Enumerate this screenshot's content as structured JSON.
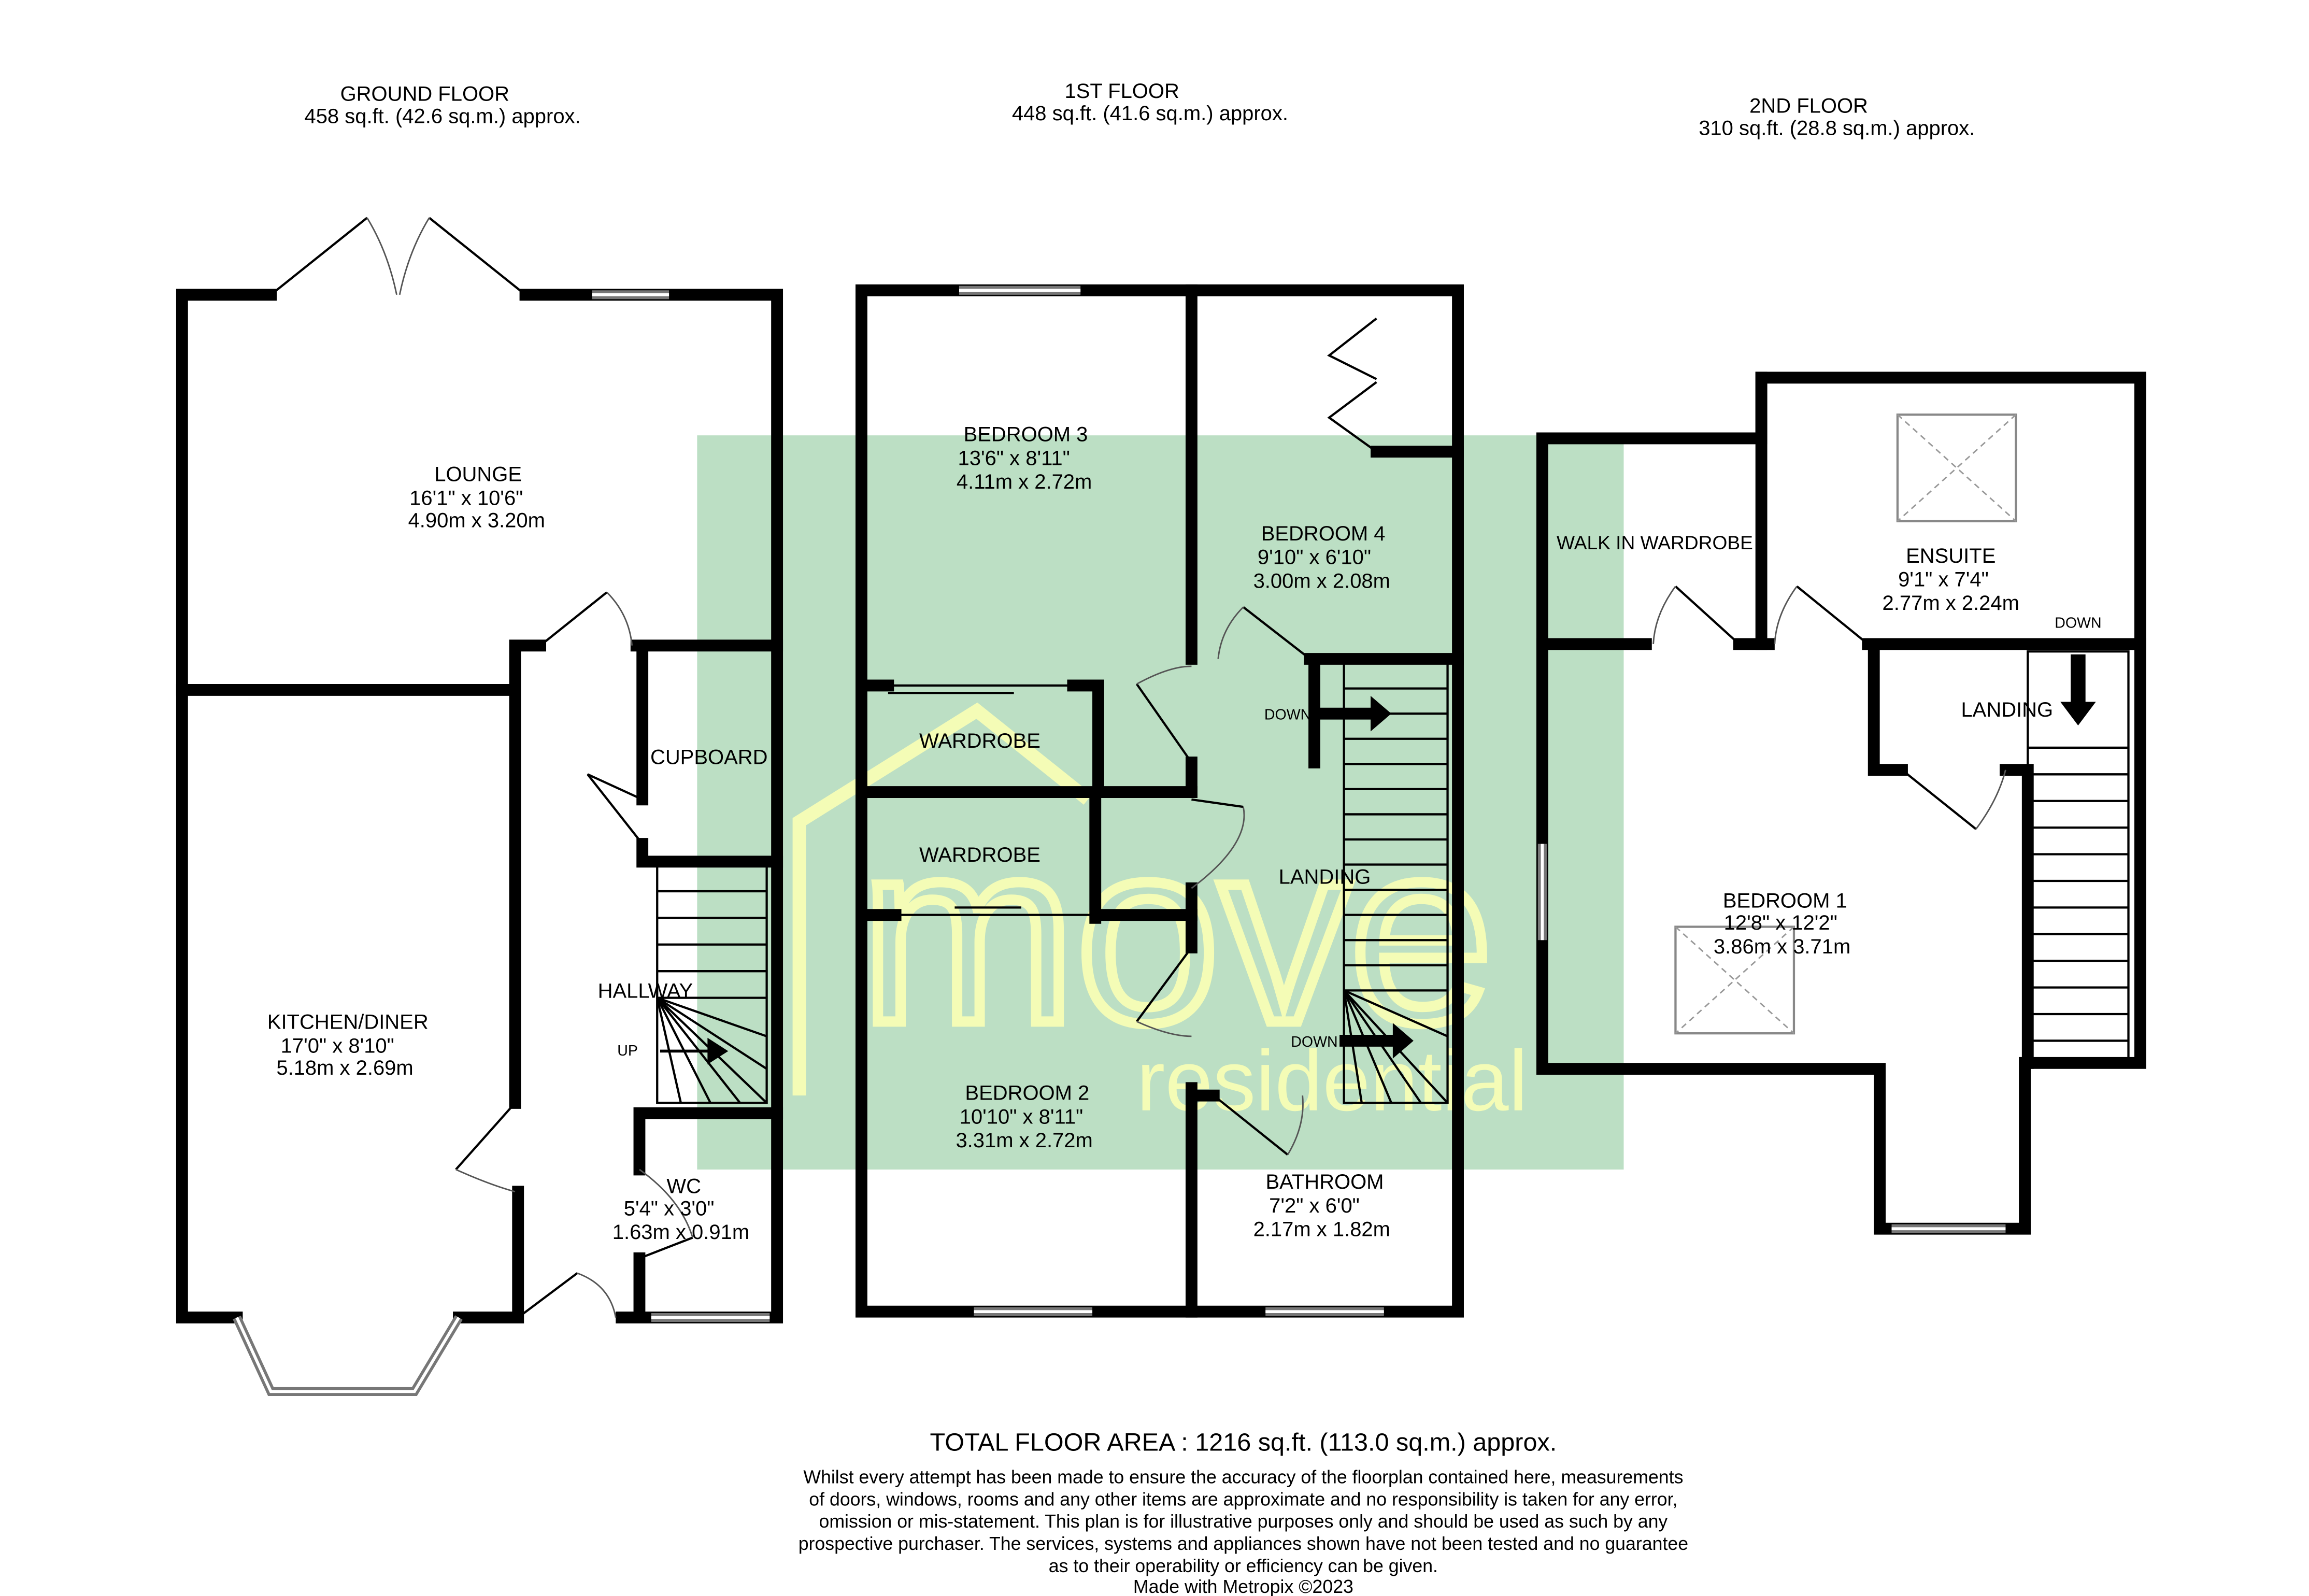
{
  "brand": {
    "watermark_top": "move",
    "watermark_bottom": "residential",
    "overlay_color": "#bcdfc4",
    "watermark_color": "#f4fcb6"
  },
  "floors": [
    {
      "title": "GROUND FLOOR",
      "area": "458 sq.ft. (42.6 sq.m.) approx."
    },
    {
      "title": "1ST FLOOR",
      "area": "448 sq.ft. (41.6 sq.m.) approx."
    },
    {
      "title": "2ND FLOOR",
      "area": "310 sq.ft. (28.8 sq.m.) approx."
    }
  ],
  "rooms": {
    "lounge": {
      "name": "LOUNGE",
      "imperial": "16'1\"  x 10'6\"",
      "metric": "4.90m  x 3.20m"
    },
    "kitchen": {
      "name": "KITCHEN/DINER",
      "imperial": "17'0\"  x 8'10\"",
      "metric": "5.18m  x 2.69m"
    },
    "cupboard": {
      "name": "CUPBOARD"
    },
    "hallway": {
      "name": "HALLWAY"
    },
    "wc": {
      "name": "WC",
      "imperial": "5'4\"  x 3'0\"",
      "metric": "1.63m  x 0.91m"
    },
    "bedroom3": {
      "name": "BEDROOM 3",
      "imperial": "13'6\"  x 8'11\"",
      "metric": "4.11m  x 2.72m"
    },
    "bedroom4": {
      "name": "BEDROOM 4",
      "imperial": "9'10\"  x 6'10\"",
      "metric": "3.00m  x 2.08m"
    },
    "wardrobe1": {
      "name": "WARDROBE"
    },
    "wardrobe2": {
      "name": "WARDROBE"
    },
    "landing1": {
      "name": "LANDING"
    },
    "bedroom2": {
      "name": "BEDROOM 2",
      "imperial": "10'10\"  x 8'11\"",
      "metric": "3.31m  x 2.72m"
    },
    "bathroom": {
      "name": "BATHROOM",
      "imperial": "7'2\"  x 6'0\"",
      "metric": "2.17m  x 1.82m"
    },
    "walkin": {
      "name": "WALK IN WARDROBE"
    },
    "ensuite": {
      "name": "ENSUITE",
      "imperial": "9'1\"  x 7'4\"",
      "metric": "2.77m  x 2.24m"
    },
    "landing2": {
      "name": "LANDING"
    },
    "bedroom1": {
      "name": "BEDROOM 1",
      "imperial": "12'8\"  x 12'2\"",
      "metric": "3.86m  x 3.71m"
    }
  },
  "stairs": {
    "up": "UP",
    "down": "DOWN"
  },
  "footer": {
    "total": "TOTAL FLOOR AREA : 1216 sq.ft. (113.0 sq.m.) approx.",
    "disclaimer": [
      "Whilst every attempt has been made to ensure the accuracy of the floorplan contained here, measurements",
      "of doors, windows, rooms and any other items are approximate and no responsibility is taken for any error,",
      "omission or mis-statement. This plan is for illustrative purposes only and should be used as such by any",
      "prospective purchaser. The services, systems and appliances shown have not been tested and no guarantee",
      "as to their operability or efficiency can be given."
    ],
    "credit": "Made with Metropix ©2023"
  }
}
